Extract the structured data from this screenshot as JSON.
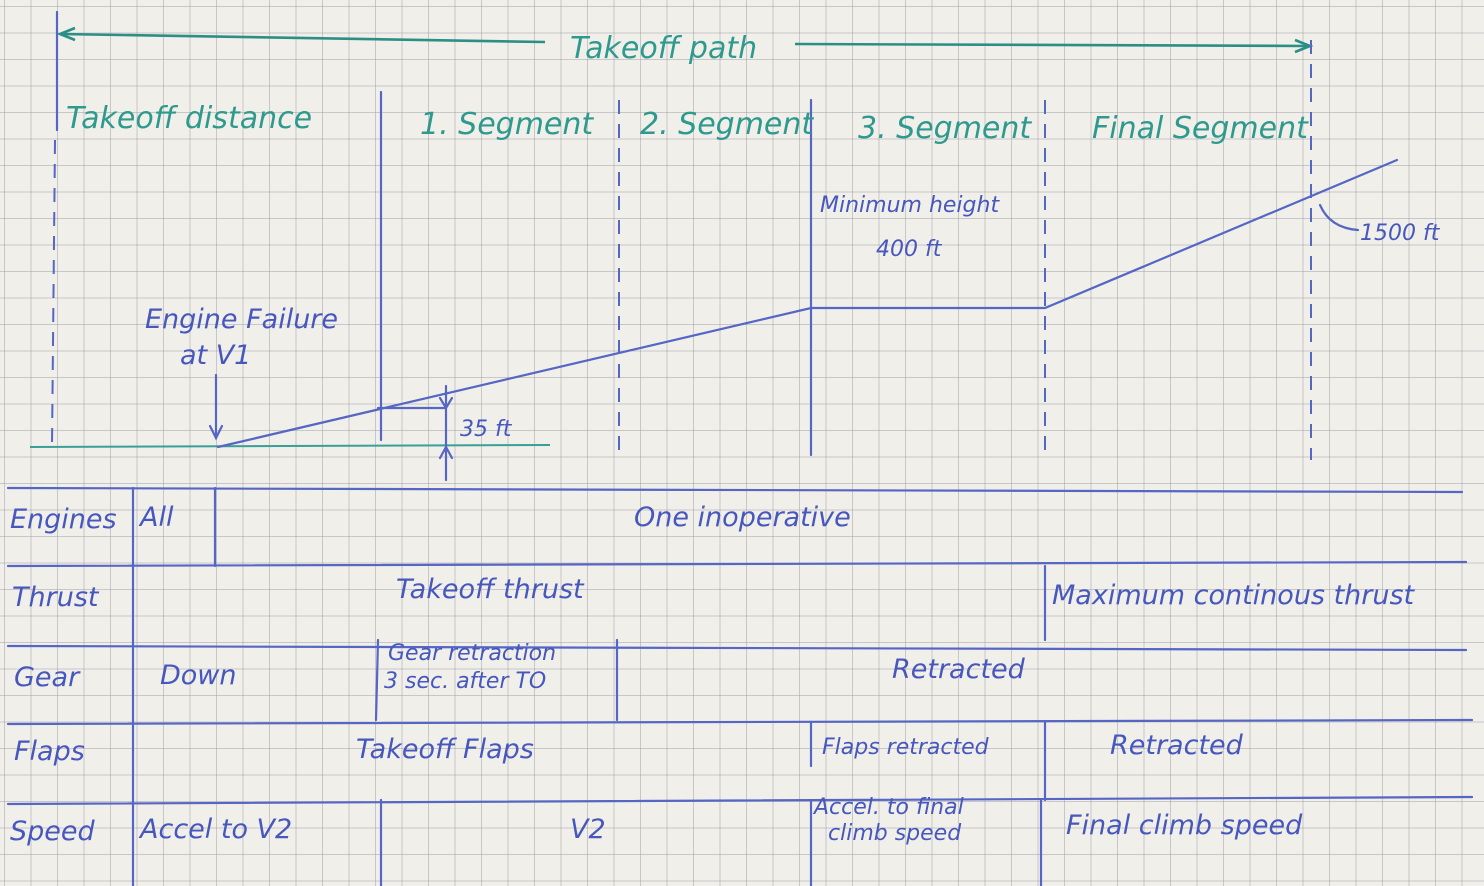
{
  "header": {
    "takeoff_path": "Takeoff path",
    "segments": [
      "Takeoff distance",
      "1. Segment",
      "2. Segment",
      "3. Segment",
      "Final Segment"
    ]
  },
  "annotations": {
    "min_height_line1": "Minimum height",
    "min_height_line2": "400 ft",
    "final_height": "1500 ft",
    "engine_failure_line1": "Engine Failure",
    "engine_failure_line2": "at V1",
    "screen_height": "35 ft"
  },
  "table": {
    "engines": {
      "label": "Engines",
      "all": "All",
      "one_inop": "One inoperative"
    },
    "thrust": {
      "label": "Thrust",
      "takeoff": "Takeoff thrust",
      "max_cont": "Maximum continous thrust"
    },
    "gear": {
      "label": "Gear",
      "down": "Down",
      "retraction_line1": "Gear retraction",
      "retraction_line2": "3 sec. after TO",
      "retracted": "Retracted"
    },
    "flaps": {
      "label": "Flaps",
      "takeoff": "Takeoff Flaps",
      "flaps_retracted": "Flaps retracted",
      "retracted": "Retracted"
    },
    "speed": {
      "label": "Speed",
      "accel_v2": "Accel to V2",
      "v2": "V2",
      "accel_final_line1": "Accel. to final",
      "accel_final_line2": "climb speed",
      "final_climb": "Final climb speed"
    }
  },
  "colors": {
    "ink": "#5566c4",
    "teal": "#2b8f86",
    "paper": "#f1efea"
  }
}
